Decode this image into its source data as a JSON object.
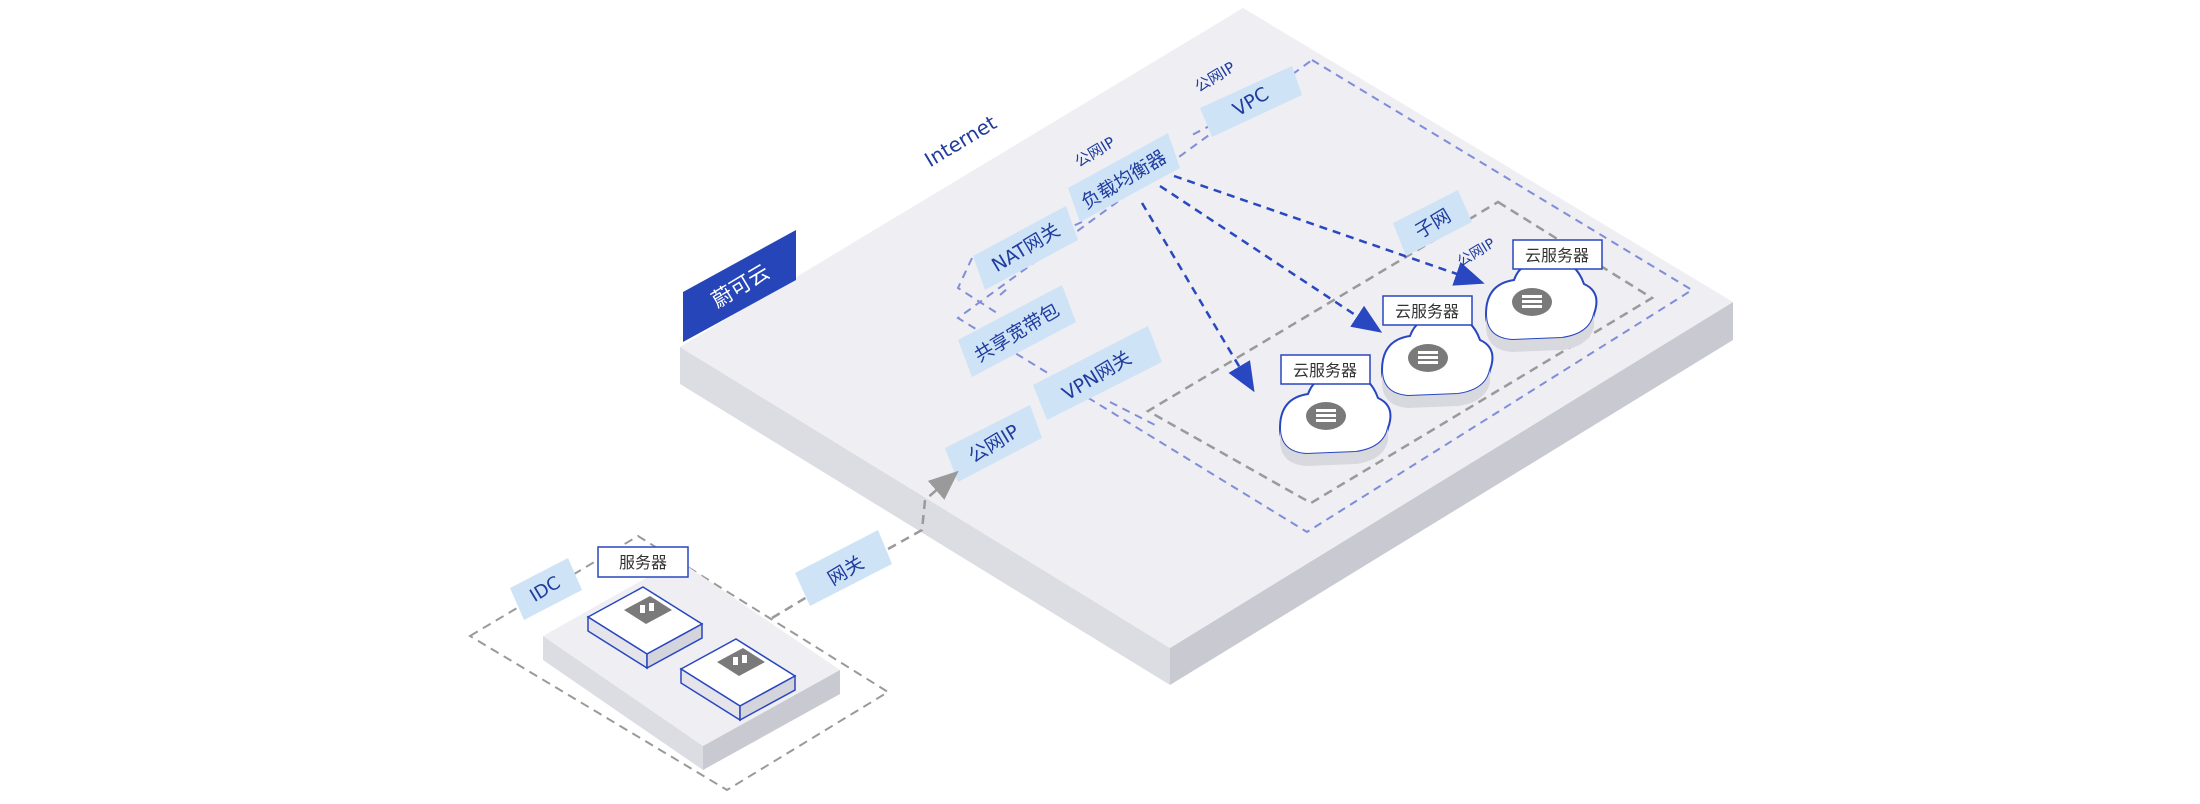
{
  "labels": {
    "brand": "蔚可云",
    "internet": "Internet",
    "public_ip_vpc": "公网IP",
    "vpc": "VPC",
    "public_ip_lb": "公网IP",
    "load_balancer": "负载均衡器",
    "nat_gateway": "NAT网关",
    "shared_bandwidth": "共享宽带包",
    "vpn_gateway": "VPN网关",
    "public_ip_vpn": "公网IP",
    "subnet": "子网",
    "public_ip_subnet": "公网IP",
    "cloud_server_1": "云服务器",
    "cloud_server_2": "云服务器",
    "cloud_server_3": "云服务器",
    "idc": "IDC",
    "server": "服务器",
    "gateway": "网关"
  },
  "colors": {
    "platform_top": "#eeeef3",
    "platform_side": "#dcdce3",
    "platform_front": "#c9c9d2",
    "brand_bg": "#2545b8",
    "label_bg": "#cfe3f7",
    "label_text": "#1f3c9e",
    "accent_blue": "#2947c0",
    "dashed_blue": "#7f8ed8",
    "dashed_gray": "#9a9a9a"
  }
}
